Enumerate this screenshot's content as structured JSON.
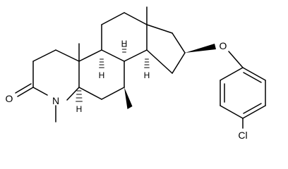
{
  "atoms": {
    "oxygen_carbonyl": "O",
    "nitrogen": "N",
    "oxygen_ether": "O",
    "chlorine": "Cl",
    "hydrogen": "H"
  },
  "colors": {
    "bond": "#000000",
    "background": "#ffffff"
  }
}
